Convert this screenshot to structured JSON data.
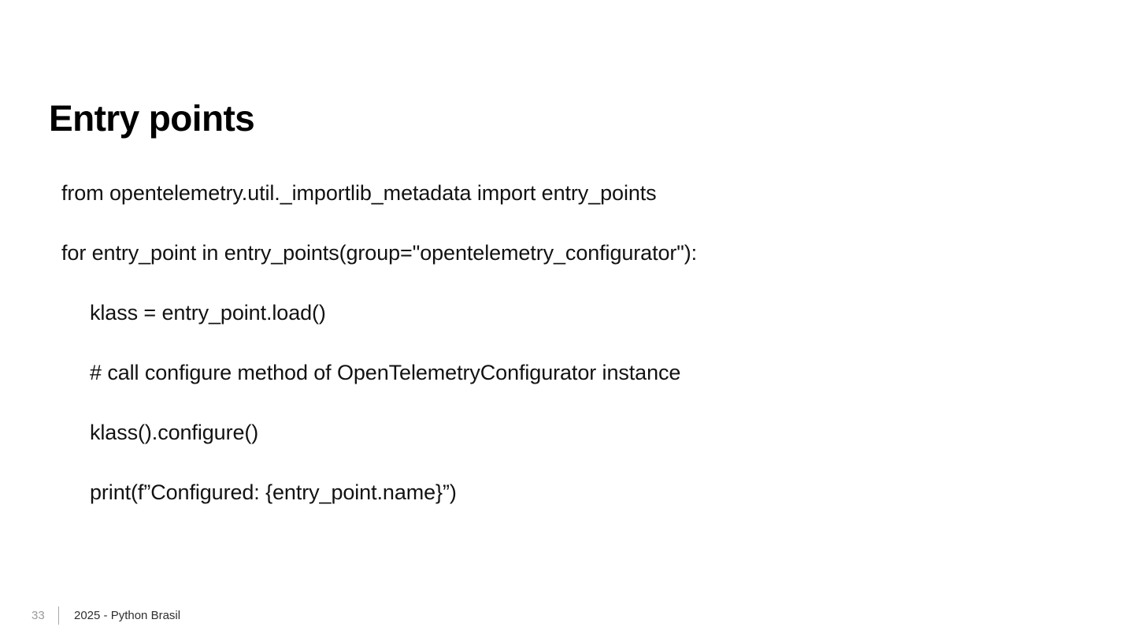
{
  "slide": {
    "title": "Entry points",
    "background_color": "#ffffff",
    "text_color": "#121212"
  },
  "code": {
    "language": "python",
    "lines": [
      {
        "text": "from opentelemetry.util._importlib_metadata import entry_points",
        "indent": 0
      },
      {
        "text": "for entry_point in entry_points(group=\"opentelemetry_configurator\"):",
        "indent": 0
      },
      {
        "text": "klass = entry_point.load()",
        "indent": 1
      },
      {
        "text": "# call configure method of OpenTelemetryConfigurator instance",
        "indent": 1
      },
      {
        "text": "klass().configure()",
        "indent": 1
      },
      {
        "text": "print(f”Configured: {entry_point.name}”)",
        "indent": 1
      }
    ]
  },
  "footer": {
    "page_number": "33",
    "text": "2025 - Python Brasil",
    "page_number_color": "#9a9a9a",
    "divider_color": "#a8a8a8"
  }
}
